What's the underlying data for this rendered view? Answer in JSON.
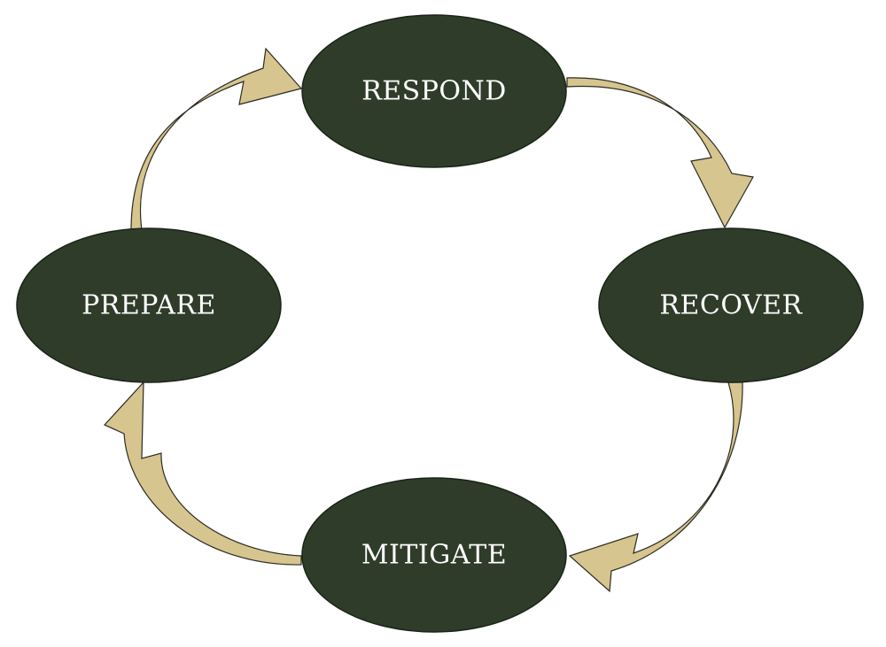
{
  "diagram": {
    "type": "cycle",
    "colors": {
      "node_fill": "#2f3c2a",
      "node_text": "#ffffff",
      "arrow_fill": "#d7c58f",
      "arrow_stroke": "#2b2b22",
      "background": "#ffffff"
    },
    "nodes": {
      "respond": {
        "label": "RESPOND"
      },
      "recover": {
        "label": "RECOVER"
      },
      "mitigate": {
        "label": "MITIGATE"
      },
      "prepare": {
        "label": "PREPARE"
      }
    },
    "edges": [
      {
        "from": "RESPOND",
        "to": "RECOVER"
      },
      {
        "from": "RECOVER",
        "to": "MITIGATE"
      },
      {
        "from": "MITIGATE",
        "to": "PREPARE"
      },
      {
        "from": "PREPARE",
        "to": "RESPOND"
      }
    ]
  }
}
